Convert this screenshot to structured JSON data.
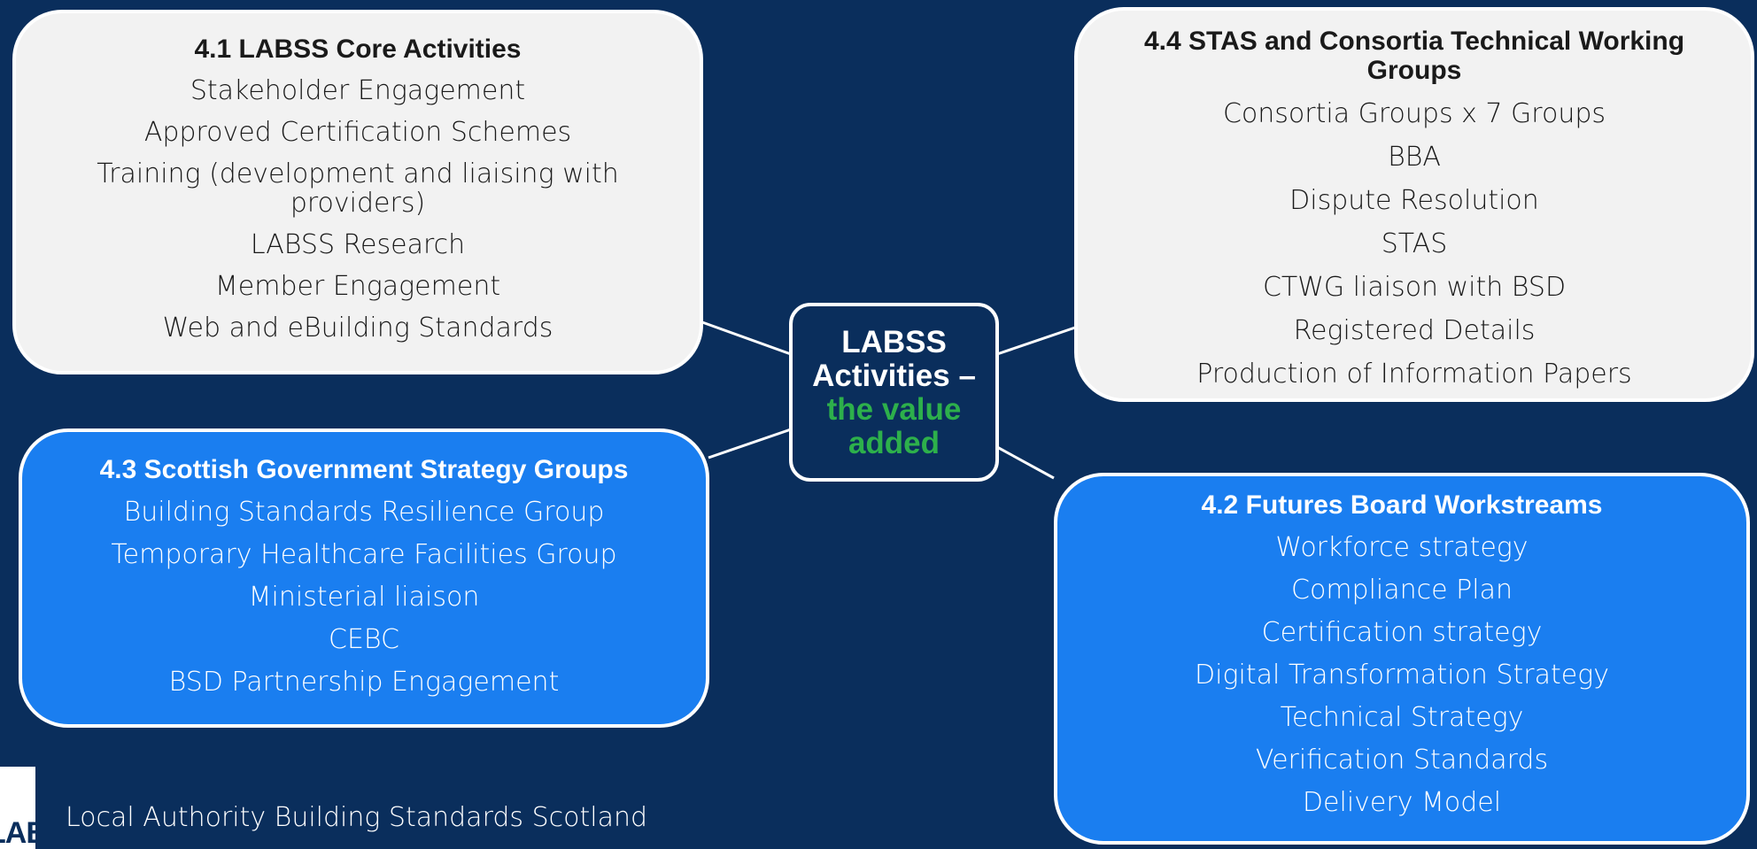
{
  "center": {
    "line1": "LABSS",
    "line2": "Activities –",
    "line3": "the value",
    "line4": "added"
  },
  "box_41": {
    "title": "4.1 LABSS Core Activities",
    "items": [
      "Stakeholder Engagement",
      "Approved Certification Schemes",
      "Training (development and liaising with providers)",
      "LABSS Research",
      "Member Engagement",
      "Web and eBuilding Standards"
    ]
  },
  "box_44": {
    "title": "4.4 STAS and Consortia Technical Working Groups",
    "items": [
      "Consortia Groups x 7 Groups",
      "BBA",
      "Dispute Resolution",
      "STAS",
      "CTWG liaison with BSD",
      "Registered Details",
      "Production of Information Papers"
    ]
  },
  "box_43": {
    "title": "4.3 Scottish Government Strategy Groups",
    "items": [
      "Building Standards Resilience Group",
      "Temporary Healthcare Facilities Group",
      "Ministerial liaison",
      "CEBC",
      "BSD Partnership Engagement"
    ]
  },
  "box_42": {
    "title": "4.2 Futures Board Workstreams",
    "items": [
      "Workforce strategy",
      "Compliance Plan",
      "Certification strategy",
      "Digital Transformation Strategy",
      "Technical Strategy",
      "Verification Standards",
      "Delivery Model"
    ]
  },
  "footer": {
    "logo": "LABSS",
    "org_name": "Local Authority Building Standards Scotland"
  },
  "colors": {
    "background": "#0a2e5c",
    "box_light": "#f2f2f2",
    "box_blue": "#1a7ef0",
    "accent_green": "#2db04b"
  }
}
